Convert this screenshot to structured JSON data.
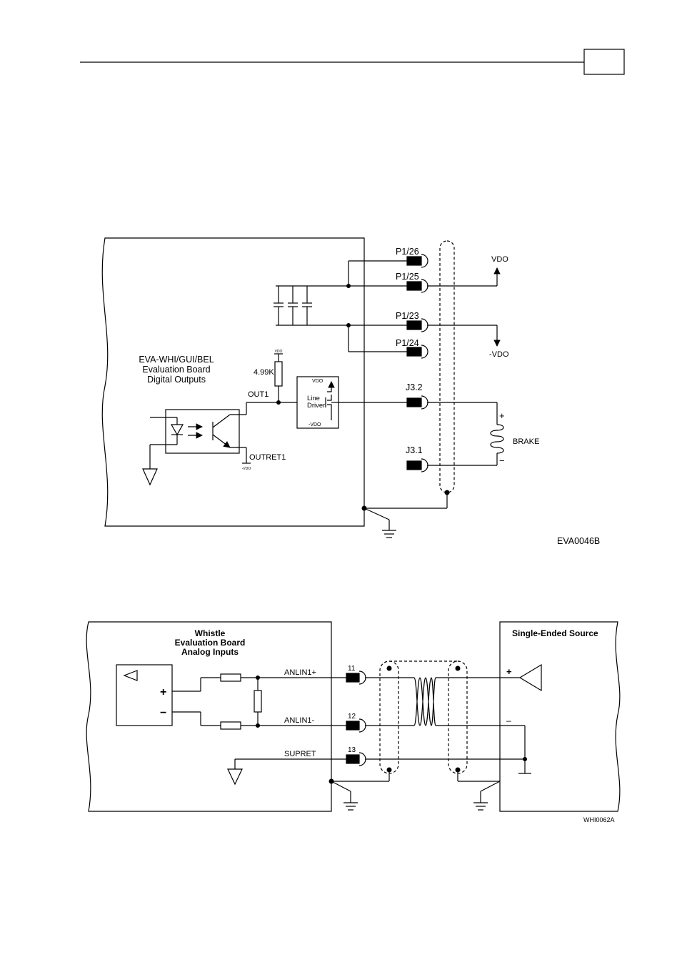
{
  "header": {
    "page_box": ""
  },
  "digital_outputs": {
    "board_title": [
      "EVA-WHI/GUI/BEL",
      "Evaluation Board",
      "Digital Outputs"
    ],
    "connectors": {
      "p1_26": "P1/26",
      "p1_25": "P1/25",
      "p1_23": "P1/23",
      "p1_24": "P1/24",
      "j3_2": "J3.2",
      "j3_1": "J3.1"
    },
    "vdo_label": "VDO",
    "neg_vdo_label": "-VDO",
    "resistor_value": "4.99K",
    "resistor_supply": "VDO",
    "out1": "OUT1",
    "outret1": "OUTRET1",
    "outret_supply": "-VDO",
    "line_driver": {
      "line1": "Line",
      "line2": "Driver",
      "top": "VDO",
      "bottom": "-VDO"
    },
    "brake": "BRAKE",
    "brake_plus": "+",
    "brake_minus": "−",
    "figure_id": "EVA0046B"
  },
  "analog_inputs": {
    "board_title": [
      "Whistle",
      "Evaluation Board",
      "Analog Inputs"
    ],
    "source_title": "Single-Ended Source",
    "opamp_plus": "+",
    "opamp_minus": "−",
    "signals": {
      "anlin_pos": "ANLIN1+",
      "anlin_neg": "ANLIN1-",
      "supret": "SUPRET"
    },
    "pins": {
      "p11": "11",
      "p12": "12",
      "p13": "13"
    },
    "source_plus": "+",
    "source_minus": "–",
    "figure_id": "WHI0062A"
  }
}
